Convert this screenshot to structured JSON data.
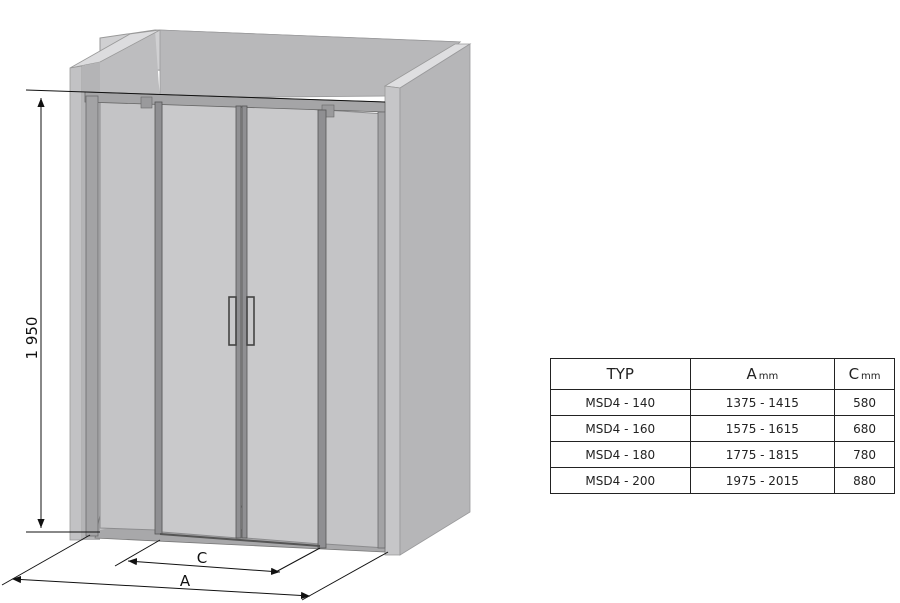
{
  "diagram": {
    "subject": "shower door dimension drawing",
    "dimensions": {
      "height_label": "1 950",
      "inner_width_label": "C",
      "outer_width_label": "A"
    },
    "colors": {
      "wall": "#b9b9bb",
      "wall_side": "#c4c4c6",
      "wall_top": "#d6d6d8",
      "glass": "#c8c8ca",
      "frame": "#8d8d90",
      "line": "#111111"
    }
  },
  "table": {
    "headers": [
      {
        "label": "TYP",
        "unit": ""
      },
      {
        "label": "A",
        "unit": "mm"
      },
      {
        "label": "C",
        "unit": "mm"
      }
    ],
    "rows": [
      {
        "typ": "MSD4 - 140",
        "a": "1375 - 1415",
        "c": "580"
      },
      {
        "typ": "MSD4 - 160",
        "a": "1575 - 1615",
        "c": "680"
      },
      {
        "typ": "MSD4 - 180",
        "a": "1775 - 1815",
        "c": "780"
      },
      {
        "typ": "MSD4 - 200",
        "a": "1975 - 2015",
        "c": "880"
      }
    ]
  }
}
